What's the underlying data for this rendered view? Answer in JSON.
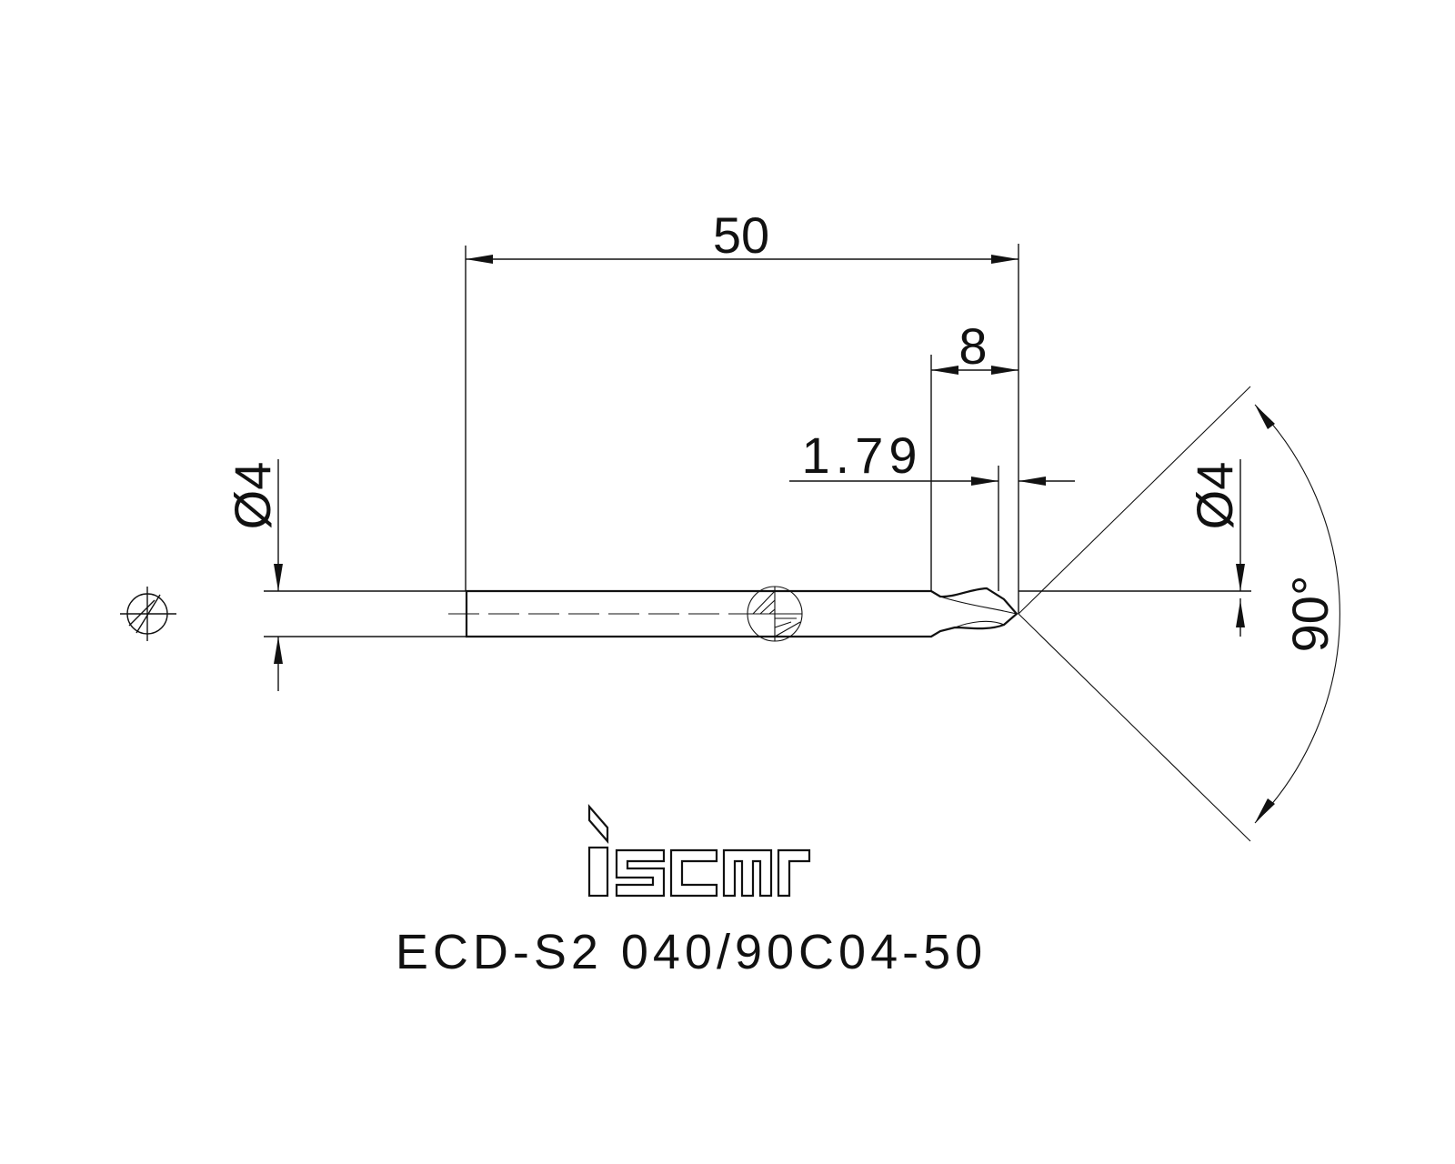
{
  "dimensions": {
    "overall_length": "50",
    "flute_length": "8",
    "tip_length": "1.79",
    "shank_diameter": "Ø4",
    "cutting_diameter": "Ø4",
    "point_angle": "90°"
  },
  "product": {
    "code": "ECD-S2 040/90C04-50"
  },
  "brand": {
    "logo_icon": "iscar-logo"
  },
  "symbols": {
    "projection_icon": "rotation-direction-icon"
  },
  "colors": {
    "line": "#111111",
    "background": "#ffffff"
  }
}
